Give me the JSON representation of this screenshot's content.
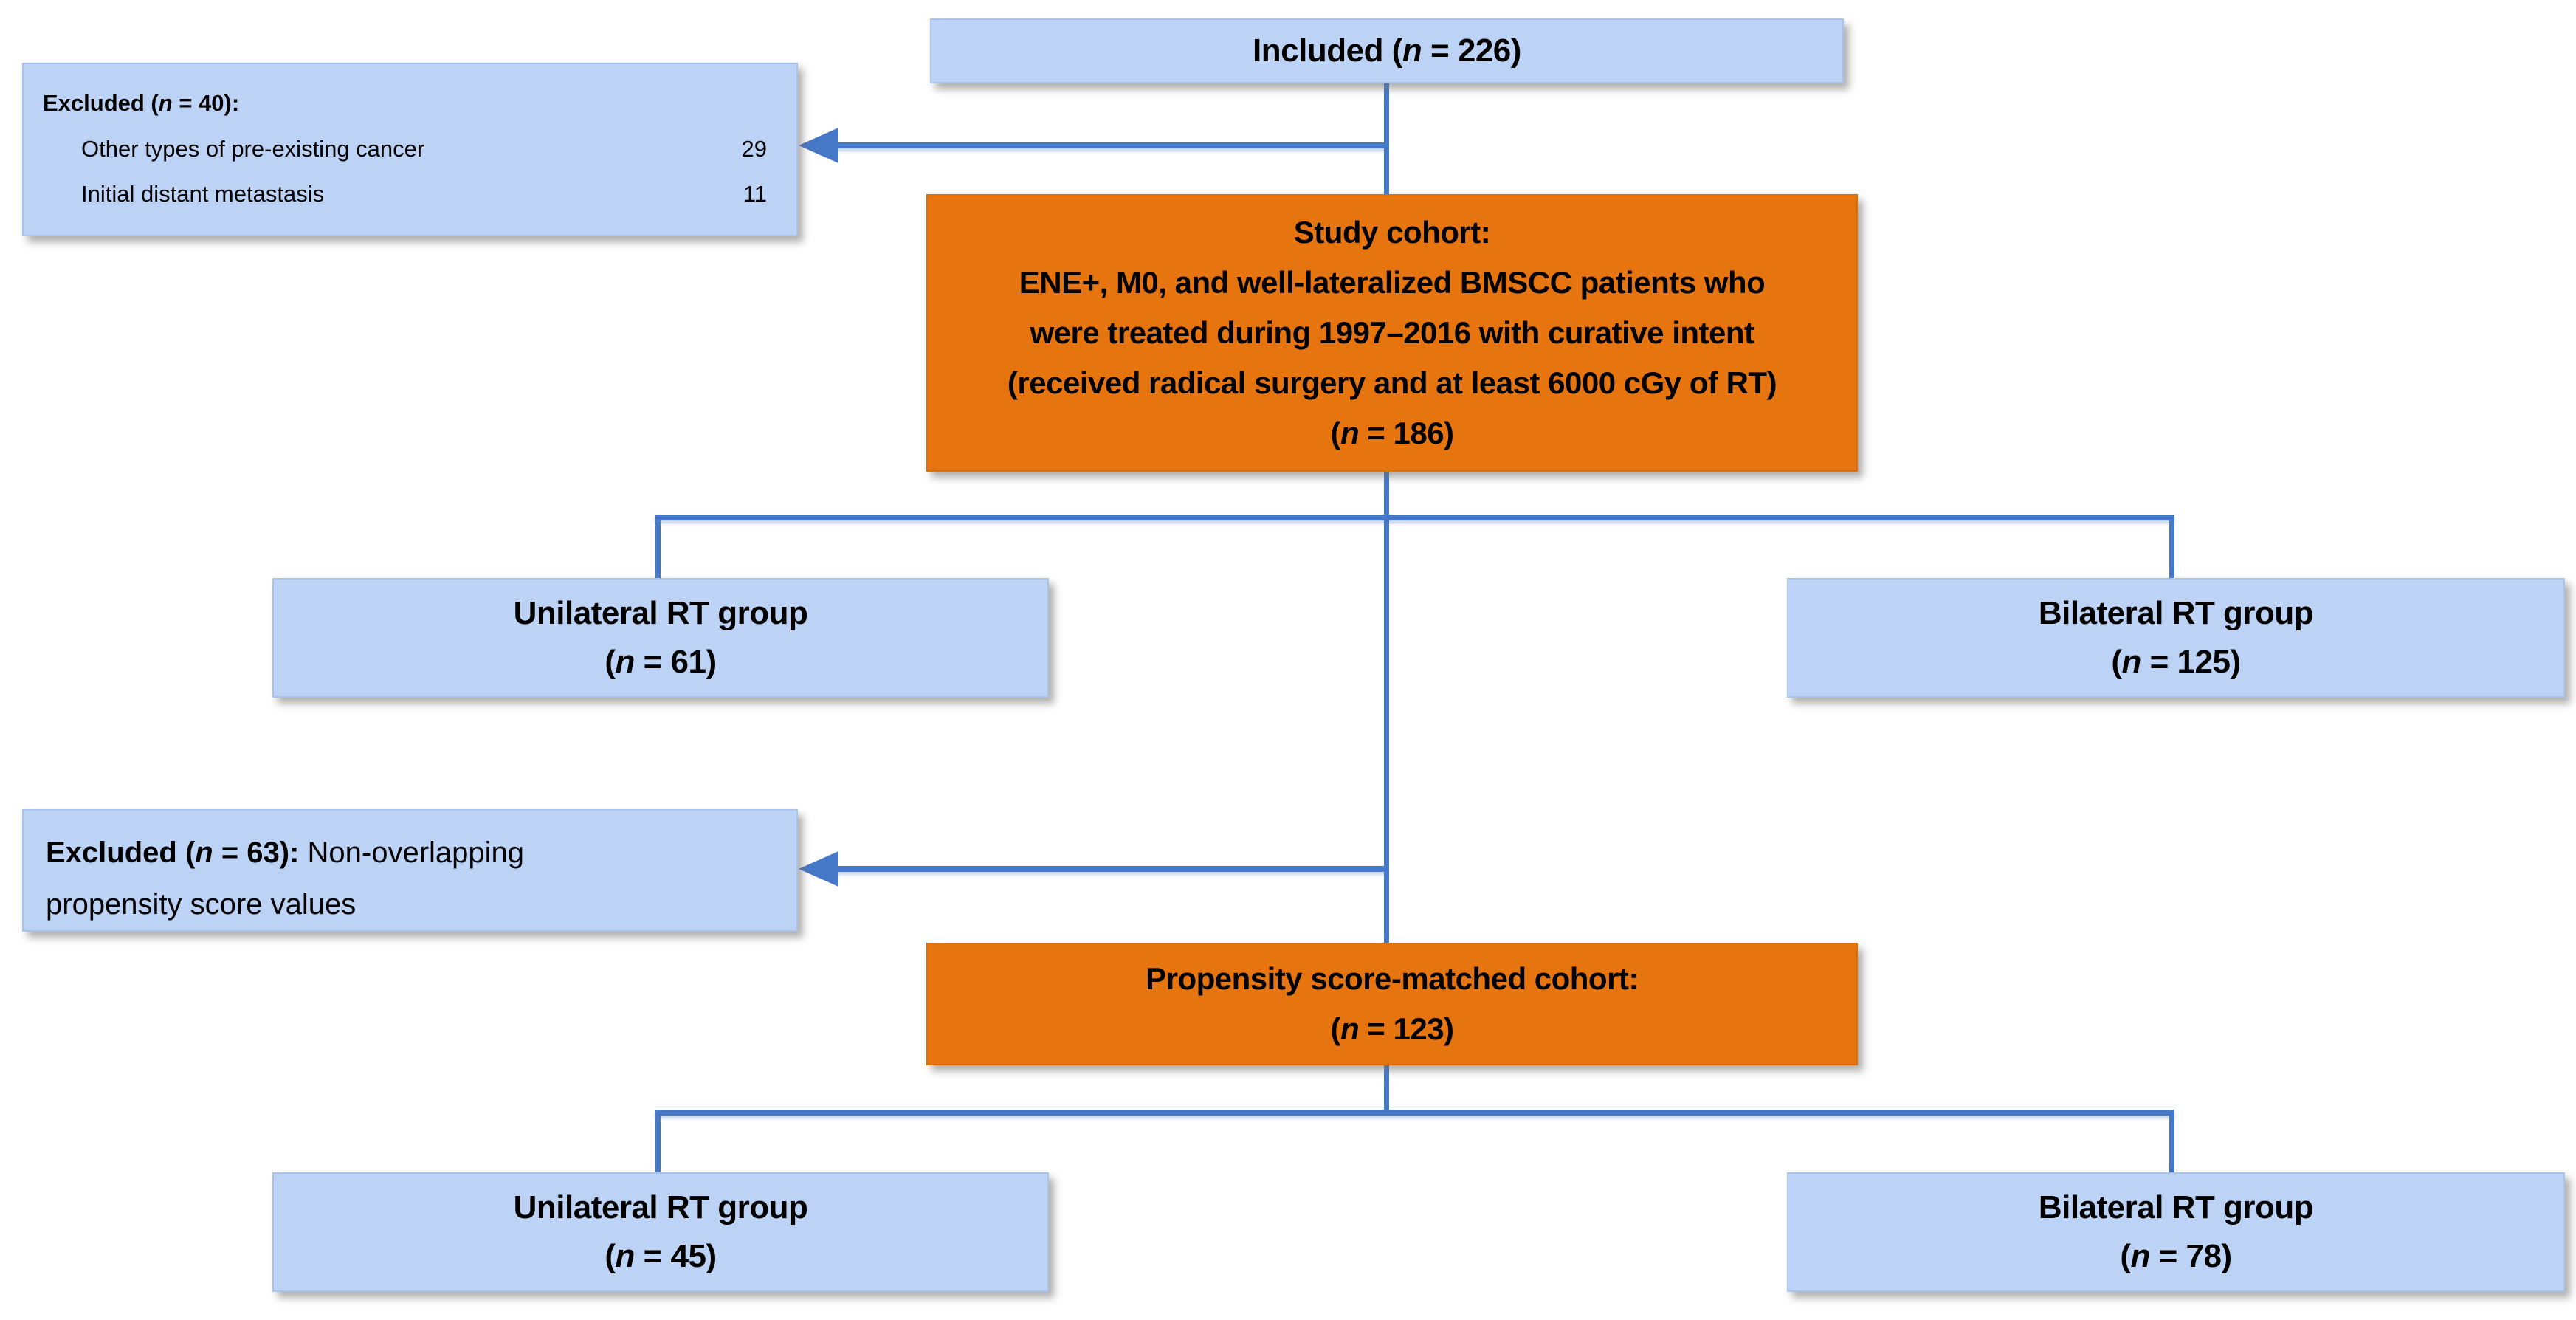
{
  "colors": {
    "box_blue_fill": "#BDD3F5",
    "box_blue_border": "#A9C4EA",
    "box_orange_fill": "#E6740F",
    "connector_blue": "#4678C8",
    "text": "#000000",
    "background": "#FFFFFF"
  },
  "flowchart": {
    "included": {
      "pre": "Included (",
      "n": "n",
      "post": " = 226)"
    },
    "excluded_top": {
      "title_pre": "Excluded (",
      "title_n": "n",
      "title_post": " = 40):",
      "rows": [
        {
          "label": "Other types of pre-existing cancer",
          "value": "29"
        },
        {
          "label": "Initial distant metastasis",
          "value": "11"
        }
      ]
    },
    "study_cohort": {
      "line1": "Study cohort:",
      "line2": "ENE+, M0, and well-lateralized BMSCC patients who",
      "line3": "were treated during 1997–2016 with curative intent",
      "line4": "(received radical surgery and at least 6000 cGy of RT)",
      "n_pre": "(",
      "n": "n",
      "n_post": " = 186)"
    },
    "unilateral_initial": {
      "title": "Unilateral RT group",
      "n_pre": "(",
      "n": "n",
      "n_post": " = 61)"
    },
    "bilateral_initial": {
      "title": "Bilateral RT group",
      "n_pre": "(",
      "n": "n",
      "n_post": " = 125)"
    },
    "excluded_psm": {
      "title_pre": "Excluded (",
      "title_n": "n",
      "title_post": " = 63):",
      "line1_rest": " Non-overlapping",
      "line2": "propensity score values"
    },
    "psm_cohort": {
      "line1": "Propensity score-matched cohort:",
      "n_pre": "(",
      "n": "n",
      "n_post": " = 123)"
    },
    "unilateral_matched": {
      "title": "Unilateral RT group",
      "n_pre": "(",
      "n": "n",
      "n_post": " = 45)"
    },
    "bilateral_matched": {
      "title": "Bilateral RT group",
      "n_pre": "(",
      "n": "n",
      "n_post": " = 78)"
    }
  }
}
